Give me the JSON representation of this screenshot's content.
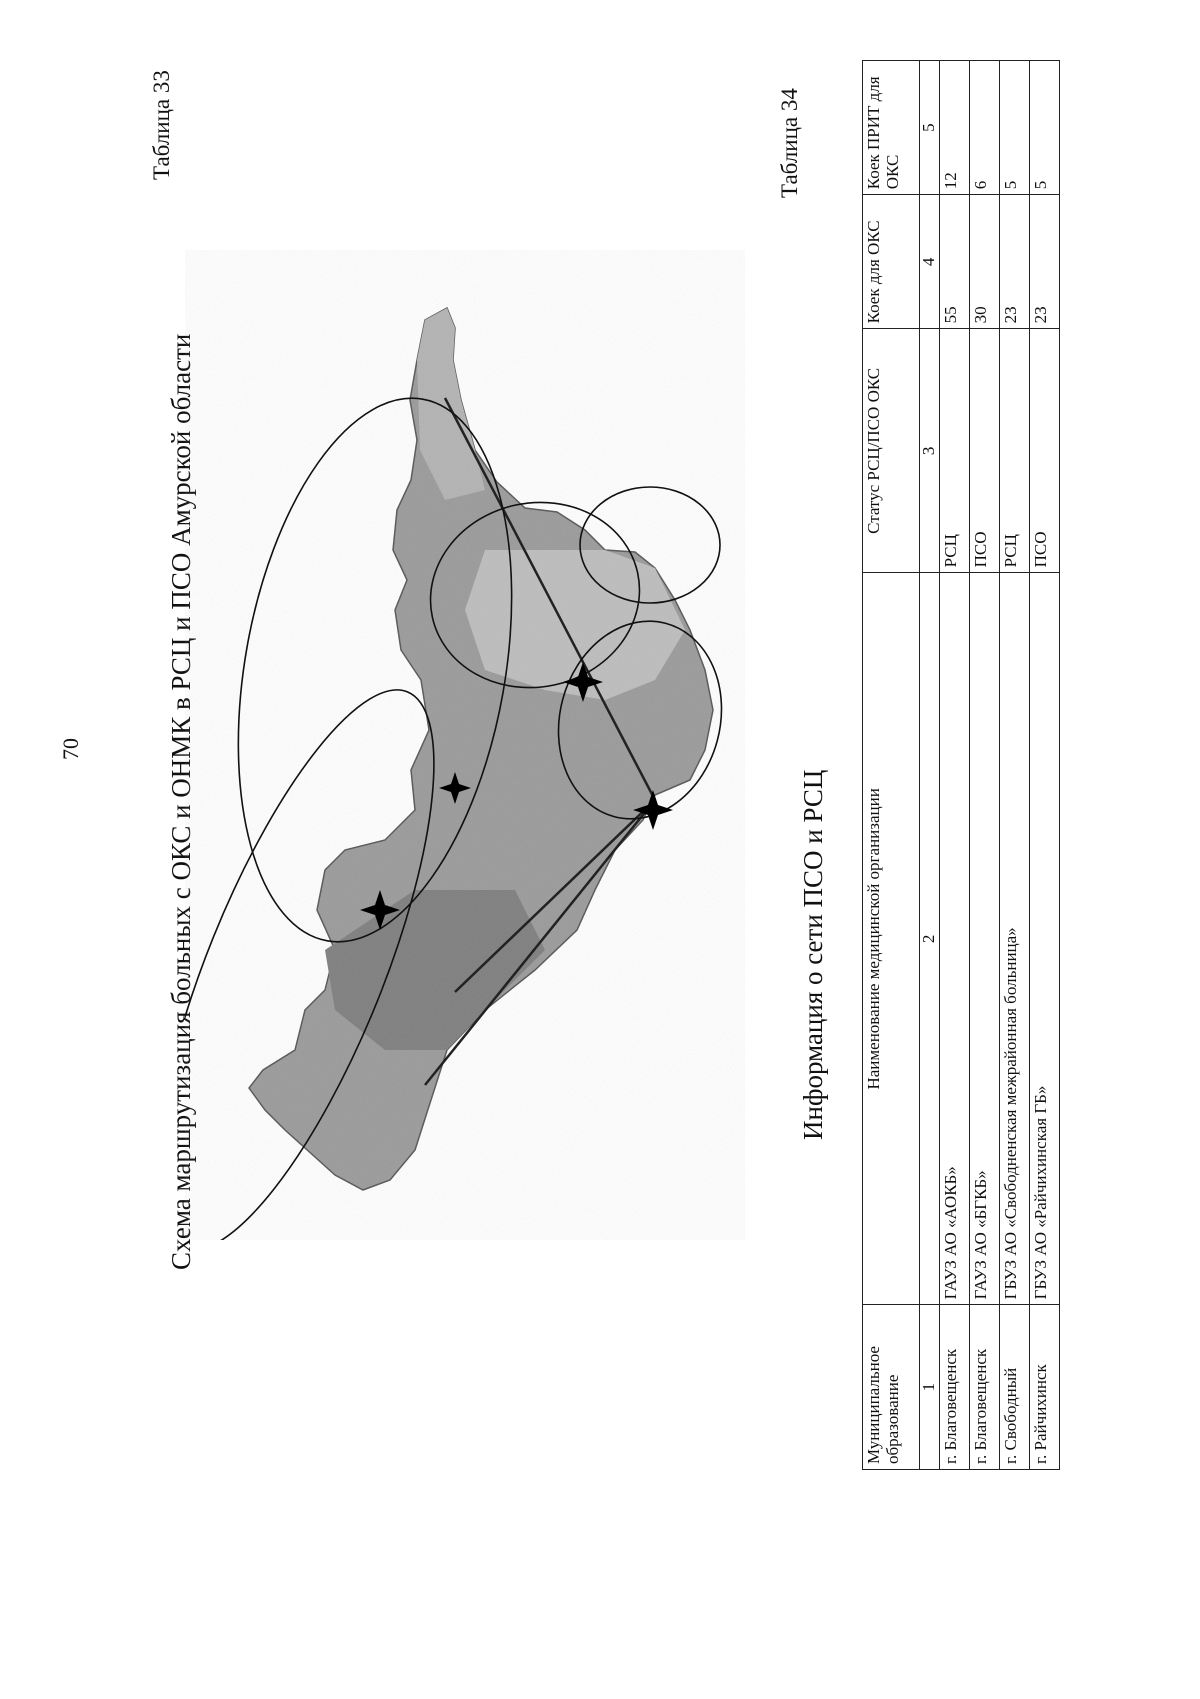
{
  "page": {
    "number": "70"
  },
  "figure": {
    "table_label": "Таблица 33",
    "title": "Схема маршрутизация больных с ОКС и ОНМК в РСЦ и ПСО Амурской области",
    "map_icons": [
      "star-icon",
      "star-icon",
      "star-icon",
      "star-icon"
    ]
  },
  "table": {
    "table_label": "Таблица 34",
    "title": "Информация о сети ПСО и РСЦ",
    "headers": [
      "Муниципальное образование",
      "Наименование медицинской организации",
      "Статус РСЦ/ПСО ОКС",
      "Коек для ОКС",
      "Коек ПРИТ для ОКС"
    ],
    "column_numbers": [
      "1",
      "2",
      "3",
      "4",
      "5"
    ],
    "rows": [
      [
        "г. Благовещенск",
        "ГАУЗ АО «АОКБ»",
        "РСЦ",
        "55",
        "12"
      ],
      [
        "г. Благовещенск",
        "ГАУЗ АО «БГКБ»",
        "ПСО",
        "30",
        "6"
      ],
      [
        "г. Свободный",
        "ГБУЗ АО «Свободненская межрайонная больница»",
        "РСЦ",
        "23",
        "5"
      ],
      [
        "г. Райчихинск",
        "ГБУЗ АО «Райчихинская ГБ»",
        "ПСО",
        "23",
        "5"
      ]
    ]
  }
}
